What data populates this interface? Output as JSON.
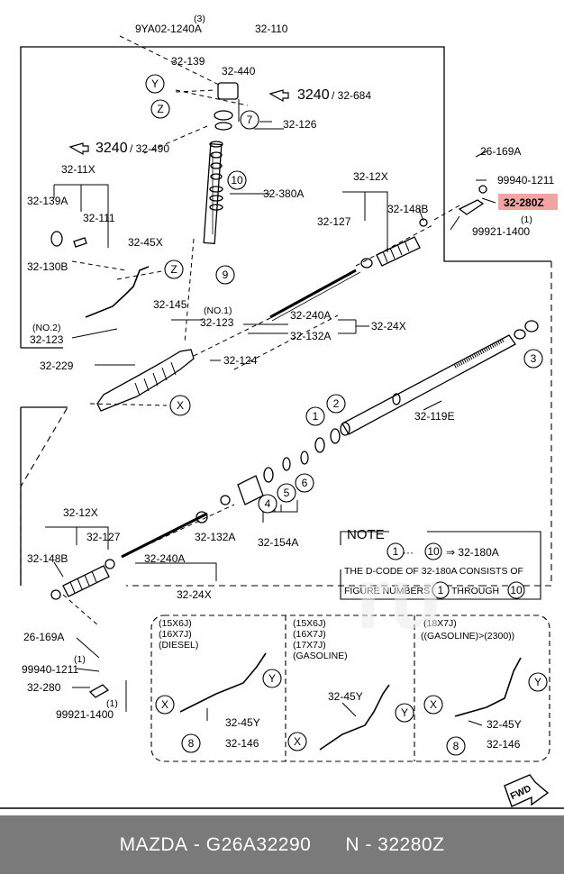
{
  "labels": {
    "l_9ya02": "9YA02-1240A",
    "l_9ya02_qty": "(3)",
    "l_32110": "32-110",
    "l_32139": "32-139",
    "l_32440": "32-440",
    "l_3240a": "3240",
    "l_32684": "/ 32-684",
    "l_32126": "32-126",
    "l_3240b": "3240",
    "l_32490": "/ 32-490",
    "l_3211x": "32-11X",
    "l_32139a": "32-139A",
    "l_32111": "32-111",
    "l_32130b": "32-130B",
    "l_32380a": "32-380A",
    "l_3245x": "32-45X",
    "l_26169a_top": "26-169A",
    "l_99940_top": "99940-1211",
    "l_3212x_top": "32-12X",
    "l_32280z": "32-280Z",
    "l_32127_top": "32-127",
    "l_32148b_top": "32-148B",
    "l_99921_top": "99921-1400",
    "l_99921_top_qty": "(1)",
    "l_32145": "32-145",
    "l_no1": "(NO.1)",
    "l_32123_no1": "32-123",
    "l_no2": "(NO.2)",
    "l_32123_no2": "32-123",
    "l_32240a_top": "32-240A",
    "l_3224x_top": "32-24X",
    "l_32132a_top": "32-132A",
    "l_32229": "32-229",
    "l_32124": "32-124",
    "l_32119e": "32-119E",
    "l_3212x_bot": "32-12X",
    "l_32127_bot": "32-127",
    "l_32148b_bot": "32-148B",
    "l_32132a_bot": "32-132A",
    "l_32240a_bot": "32-240A",
    "l_3224x_bot": "32-24X",
    "l_32154a": "32-154A",
    "l_26169a_bot": "26-169A",
    "l_99940_bot": "99940-1211",
    "l_99940_bot_qty": "(1)",
    "l_32280": "32-280",
    "l_99921_bot": "99921-1400",
    "l_99921_bot_qty": "(1)",
    "l_32180a_note": "⇒ 32-180A",
    "l_dots": "···",
    "note_title": "NOTE",
    "note_line1": "THE D-CODE OF  32-180A  CONSISTS OF",
    "note_line2a": "FIGURE NUMBERS",
    "note_line2b": "THROUGH",
    "v1_l1": "(15X6J)",
    "v1_l2": "(16X7J)",
    "v1_l3": "(DIESEL)",
    "v2_l1": "(15X6J)",
    "v2_l2": "(16X7J)",
    "v2_l3": "(17X7J)",
    "v2_l4": "(GASOLINE)",
    "v3_l1": "(18X7J)",
    "v3_l2": "((GASOLINE)>(2300))",
    "v1_3245y": "32-45Y",
    "v1_32146": "32-146",
    "v2_3245y": "32-45Y",
    "v3_3245y": "32-45Y",
    "v3_32146": "32-146",
    "fwd": "FWD"
  },
  "circles": {
    "Y_top": "Y",
    "Z_top": "Z",
    "seven": "7",
    "ten": "10",
    "Z_mid": "Z",
    "nine": "9",
    "X_mid": "X",
    "three": "3",
    "two": "2",
    "one": "1",
    "four": "4",
    "five": "5",
    "six": "6",
    "note_1": "1",
    "note_10": "10",
    "note_1b": "1",
    "note_10b": "10",
    "v1_X": "X",
    "v1_Y": "Y",
    "v1_8": "8",
    "v2_X": "X",
    "v2_Y": "Y",
    "v3_X": "X",
    "v3_Y": "Y",
    "v3_8": "8"
  },
  "watermark": "ru",
  "footer": {
    "brand": "MAZDA",
    "part_number": "G26A32290",
    "ref": "N - 32280Z"
  },
  "highlight_color": "#f4a3a3"
}
